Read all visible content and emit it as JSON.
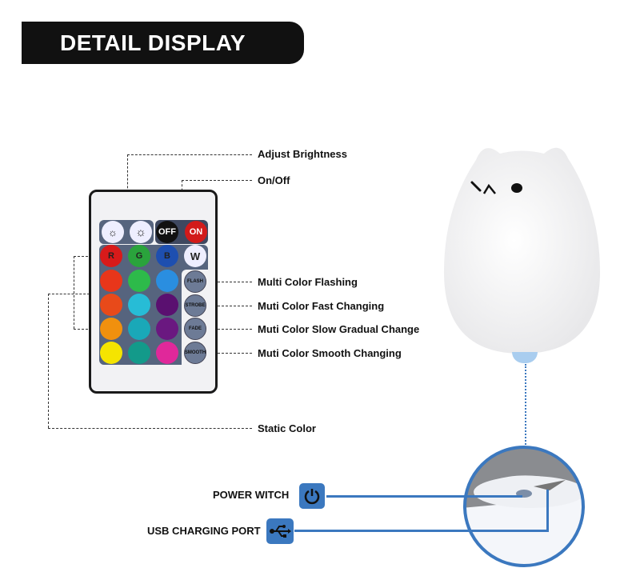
{
  "header": {
    "title": "DETAIL DISPLAY"
  },
  "callouts": {
    "brightness": "Adjust Brightness",
    "onoff": "On/Off",
    "flash": "Multi Color Flashing",
    "fast": "Muti Color Fast Changing",
    "slow": "Muti Color Slow Gradual Change",
    "smooth": "Muti Color Smooth Changing",
    "static": "Static Color",
    "power": "POWER WITCH",
    "usb": "USB CHARGING PORT"
  },
  "remote": {
    "off": "OFF",
    "on": "ON",
    "r": "R",
    "g": "G",
    "b": "B",
    "w": "W",
    "flash": "FLASH",
    "strobe": "STROBE",
    "fade": "FADE",
    "smooth": "SMOOTH",
    "colors": [
      "#d81a1a",
      "#2aa33c",
      "#1e4fb0",
      "#e8361a",
      "#2dba4a",
      "#2a8ee0",
      "#e84a1a",
      "#27bcd6",
      "#5a1070",
      "#f0900e",
      "#1aa8b8",
      "#6a1880",
      "#f5e400",
      "#139a8a",
      "#e0289a"
    ]
  },
  "colors": {
    "accent": "#3b78bf"
  }
}
